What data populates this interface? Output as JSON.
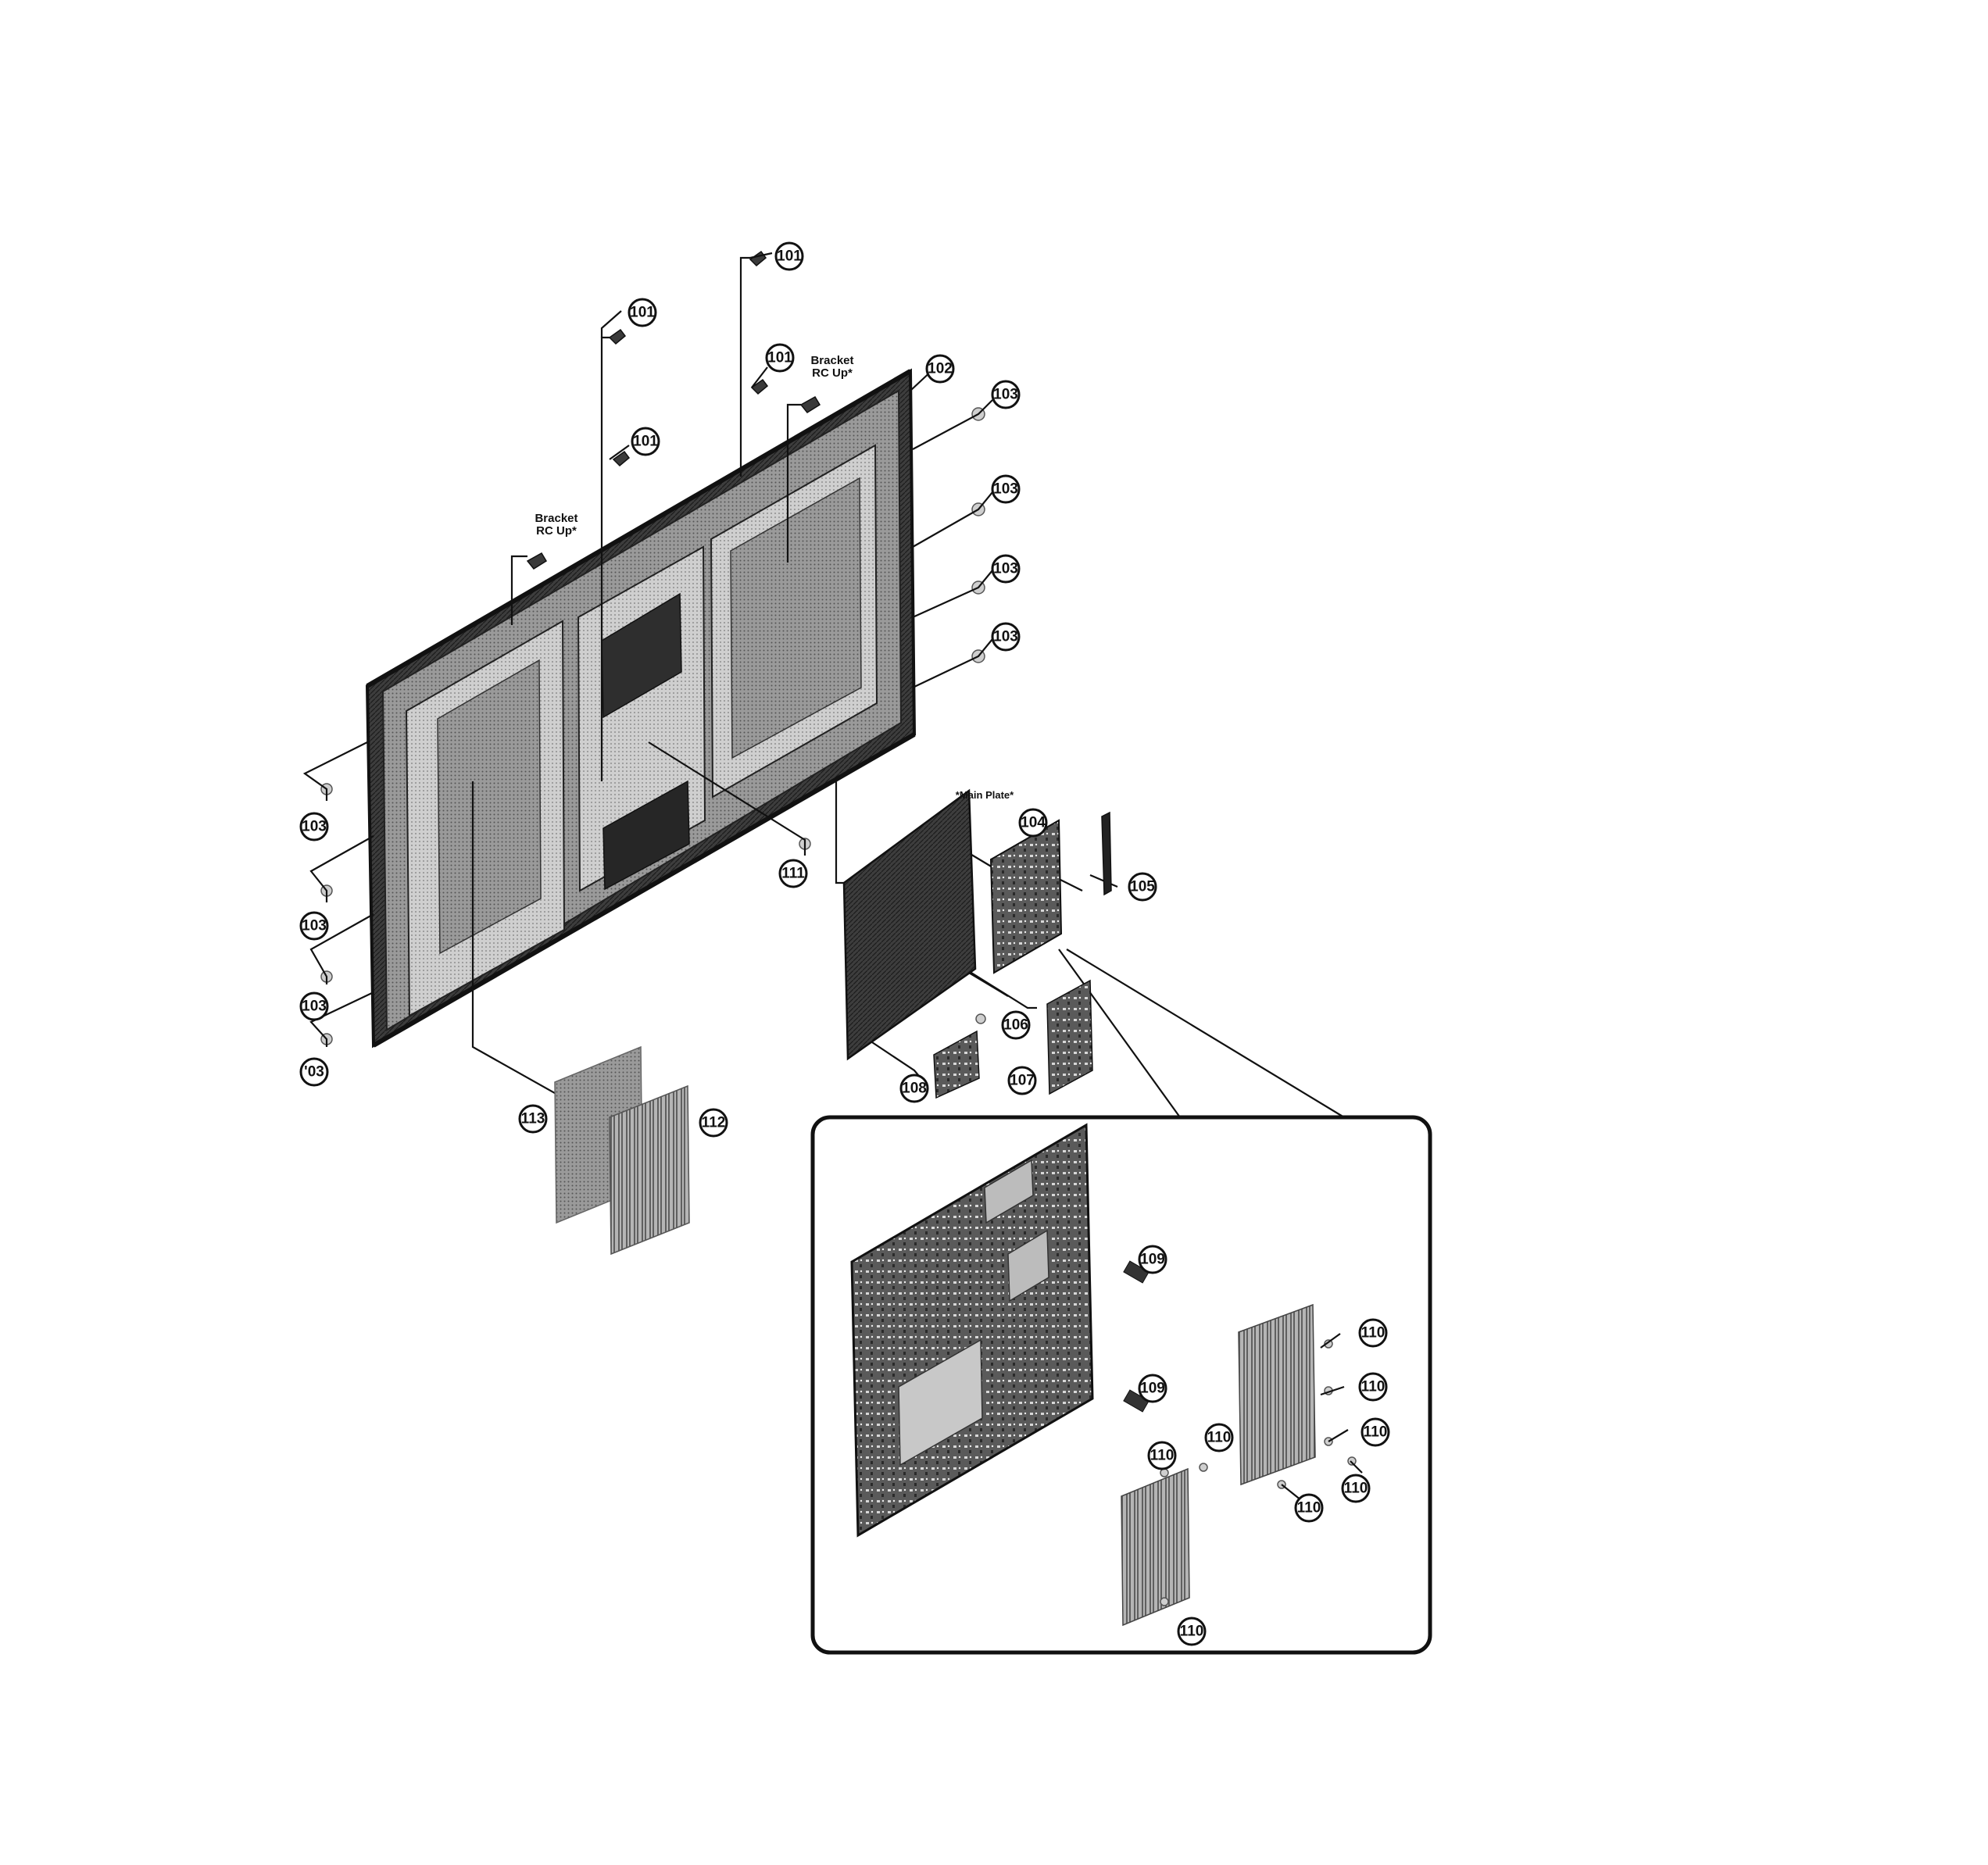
{
  "diagram": {
    "notes": {
      "bracket_rc_up_left": [
        "Bracket",
        "RC Up*"
      ],
      "bracket_rc_up_right": [
        "Bracket",
        "RC Up*"
      ],
      "main_plate": "*Main Plate*"
    },
    "callouts": {
      "c101": "101",
      "c102": "102",
      "c103": "103",
      "c103_partial": "'03",
      "c104": "104",
      "c105": "105",
      "c106": "106",
      "c107": "107",
      "c108": "108",
      "c109": "109",
      "c110": "110",
      "c111": "111",
      "c112": "112",
      "c113": "113"
    }
  },
  "colors": {
    "ink": "#111111",
    "panel_dark": "#3b3b3b",
    "panel_mid": "#8a8a8a",
    "panel_light": "#c9c9c9",
    "background": "#ffffff"
  }
}
